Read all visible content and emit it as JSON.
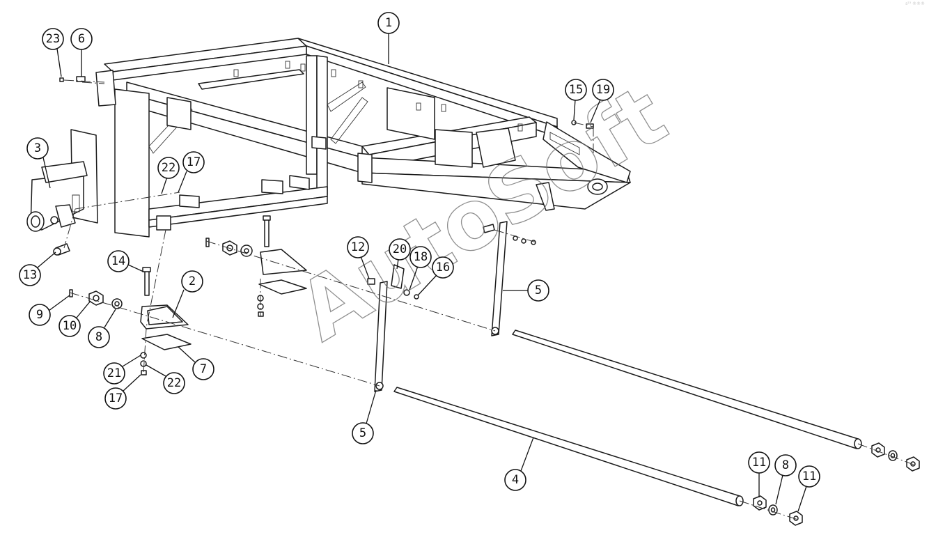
{
  "watermark": {
    "text": "AutoSoft",
    "corner_mark": "s²³ ®®®"
  },
  "balloons": [
    {
      "id": "b1",
      "label": "1"
    },
    {
      "id": "b2",
      "label": "2"
    },
    {
      "id": "b3",
      "label": "3"
    },
    {
      "id": "b4",
      "label": "4"
    },
    {
      "id": "b5a",
      "label": "5"
    },
    {
      "id": "b5b",
      "label": "5"
    },
    {
      "id": "b6",
      "label": "6"
    },
    {
      "id": "b7",
      "label": "7"
    },
    {
      "id": "b8a",
      "label": "8"
    },
    {
      "id": "b8b",
      "label": "8"
    },
    {
      "id": "b9",
      "label": "9"
    },
    {
      "id": "b10",
      "label": "10"
    },
    {
      "id": "b11a",
      "label": "11"
    },
    {
      "id": "b11b",
      "label": "11"
    },
    {
      "id": "b12",
      "label": "12"
    },
    {
      "id": "b13",
      "label": "13"
    },
    {
      "id": "b14",
      "label": "14"
    },
    {
      "id": "b15",
      "label": "15"
    },
    {
      "id": "b16",
      "label": "16"
    },
    {
      "id": "b17a",
      "label": "17"
    },
    {
      "id": "b17b",
      "label": "17"
    },
    {
      "id": "b18",
      "label": "18"
    },
    {
      "id": "b19",
      "label": "19"
    },
    {
      "id": "b20",
      "label": "20"
    },
    {
      "id": "b21",
      "label": "21"
    },
    {
      "id": "b22a",
      "label": "22"
    },
    {
      "id": "b22b",
      "label": "22"
    },
    {
      "id": "b23",
      "label": "23"
    }
  ]
}
